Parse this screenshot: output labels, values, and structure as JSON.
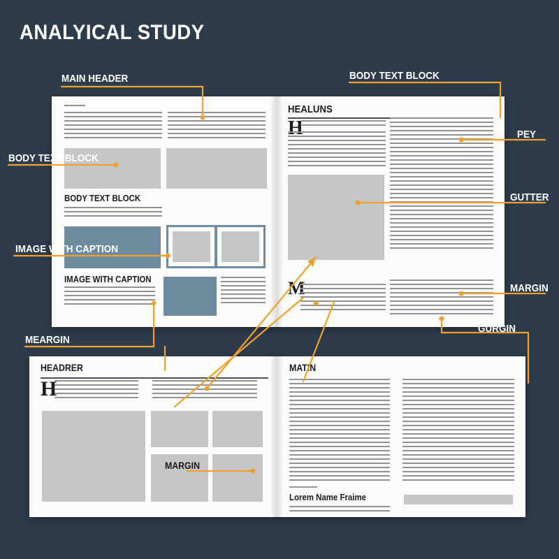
{
  "title": "ANALYICAL STUDY",
  "callouts": {
    "main_header": "MAIN HEADER",
    "body_text_block_top": "BODY TEXT BLOCK",
    "body_text_block_left": "BODY TEXT BLOCK",
    "pey": "PEY",
    "gutter": "GUTTER",
    "image_with_caption": "IMAGE WITH CAPTION",
    "margin": "MARGIN",
    "gurgin": "GURGIN",
    "meargin": "MEARGIN"
  },
  "spread_top": {
    "body_text_block_label": "BODY TEXT BLOCK",
    "image_with_caption_label": "IMAGE WITH CAPTION",
    "heading": "HEALUNS",
    "dropcap_1": "H",
    "dropcap_2": "M"
  },
  "spread_bottom": {
    "header": "HEADRER",
    "dropcap": "H",
    "margin_label": "MARGIN",
    "matin_heading": "MATIN",
    "name_line": "Lorem Name Fraime"
  },
  "colors": {
    "background": "#2d3b4b",
    "accent": "#f0a02b",
    "page": "#fbfbfa",
    "image_placeholder": "#c4c6c8",
    "image_dark": "#6f8ba0"
  }
}
